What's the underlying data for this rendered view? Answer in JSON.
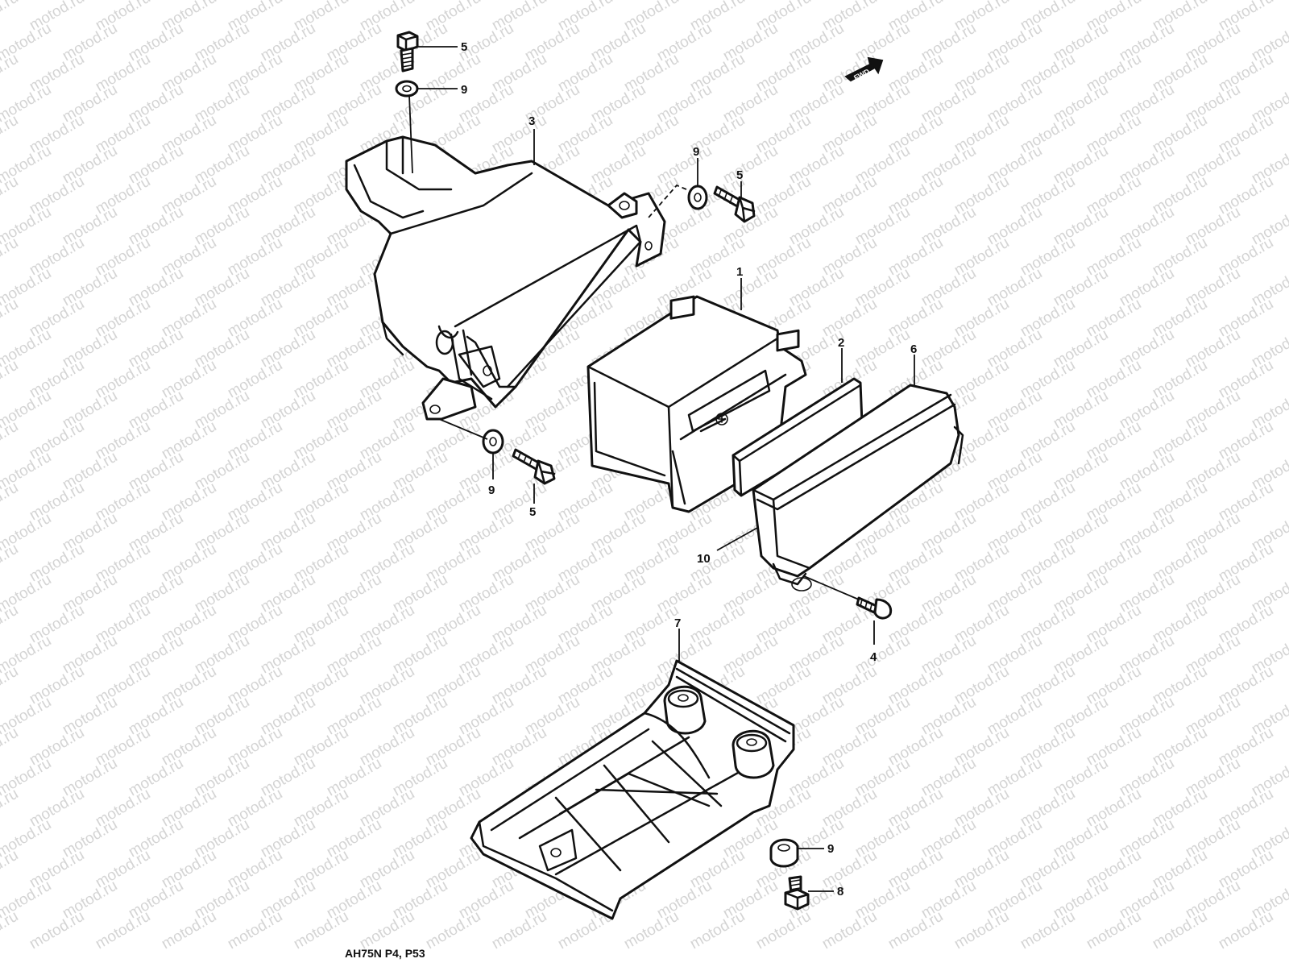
{
  "watermark": {
    "text": "motod.ru"
  },
  "diagram": {
    "code_label": "AH75N P4, P53",
    "fwd_label": "FWD",
    "callouts": [
      {
        "id": "c5a",
        "text": "5"
      },
      {
        "id": "c9a",
        "text": "9"
      },
      {
        "id": "c3",
        "text": "3"
      },
      {
        "id": "c9b",
        "text": "9"
      },
      {
        "id": "c5b",
        "text": "5"
      },
      {
        "id": "c1",
        "text": "1"
      },
      {
        "id": "c2",
        "text": "2"
      },
      {
        "id": "c6",
        "text": "6"
      },
      {
        "id": "c9c",
        "text": "9"
      },
      {
        "id": "c5c",
        "text": "5"
      },
      {
        "id": "c10",
        "text": "10"
      },
      {
        "id": "c4",
        "text": "4"
      },
      {
        "id": "c7",
        "text": "7"
      },
      {
        "id": "c9d",
        "text": "9"
      },
      {
        "id": "c8",
        "text": "8"
      }
    ]
  }
}
